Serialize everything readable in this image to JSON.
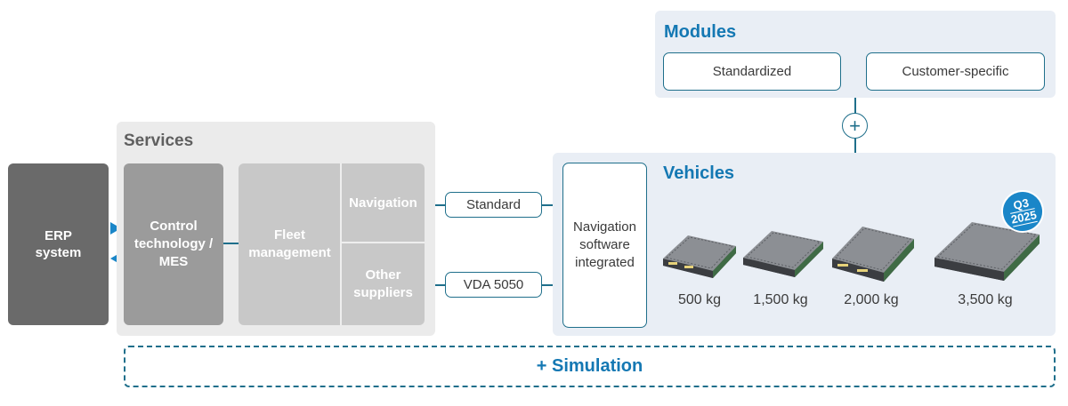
{
  "erp": {
    "line1": "ERP",
    "line2": "system"
  },
  "services": {
    "title": "Services",
    "control": {
      "line1": "Control",
      "line2": "technology /",
      "line3": "MES"
    },
    "fleet": {
      "line1": "Fleet",
      "line2": "management"
    },
    "navigation": "Navigation",
    "other": {
      "line1": "Other",
      "line2": "suppliers"
    }
  },
  "interfaces": {
    "standard": "Standard",
    "vda": "VDA 5050"
  },
  "modules": {
    "title": "Modules",
    "items": [
      "Standardized",
      "Customer-specific"
    ]
  },
  "plus_symbol": "+",
  "vehicles": {
    "title": "Vehicles",
    "nav_software": {
      "line1": "Navigation",
      "line2": "software",
      "line3": "integrated"
    },
    "items": [
      {
        "weight": "500 kg"
      },
      {
        "weight": "1,500 kg"
      },
      {
        "weight": "2,000 kg"
      },
      {
        "weight": "3,500 kg",
        "badge": {
          "line1": "Q3",
          "line2": "2025"
        }
      }
    ]
  },
  "simulation": "+ Simulation",
  "colors": {
    "accent_blue": "#1478b3",
    "line_teal": "#1f6f8b",
    "badge_blue": "#1a86c8",
    "erp_gray": "#6a6a6a",
    "control_gray": "#9b9b9b",
    "fleet_gray": "#c8c8c8",
    "panel_blue": "#e9eef5",
    "panel_gray": "#ebebeb"
  }
}
